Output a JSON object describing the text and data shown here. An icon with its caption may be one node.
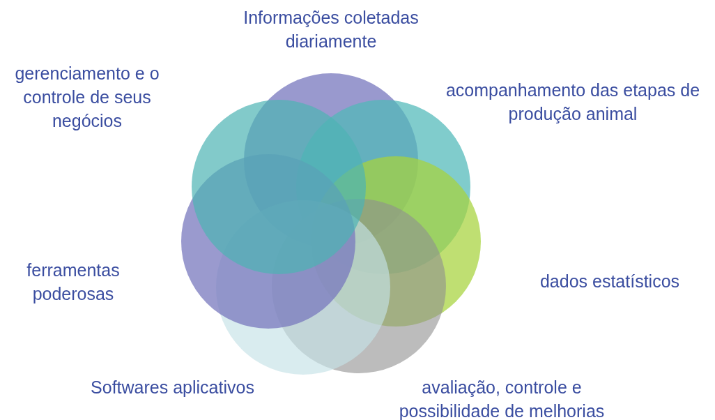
{
  "diagram": {
    "nodes": [
      {
        "text": [],
        "shape": "circle",
        "beside": [
          "Informações coletadas diariamente"
        ]
      },
      {
        "text": [],
        "shape": "circle",
        "beside": [
          "acompanhamento das etapas de produção animal"
        ]
      },
      {
        "text": [],
        "shape": "circle",
        "beside": [
          "dados estatísticos"
        ]
      },
      {
        "text": [],
        "shape": "circle",
        "beside": [
          "avaliação, controle e possibilidade de melhorias"
        ]
      },
      {
        "text": [],
        "shape": "circle",
        "beside": [
          "Softwares aplicativos"
        ]
      },
      {
        "text": [],
        "shape": "circle",
        "beside": [
          "ferramentas poderosas"
        ]
      },
      {
        "text": [],
        "shape": "circle",
        "beside": [
          "gerenciamento e o controle de seus negócios"
        ]
      }
    ]
  }
}
